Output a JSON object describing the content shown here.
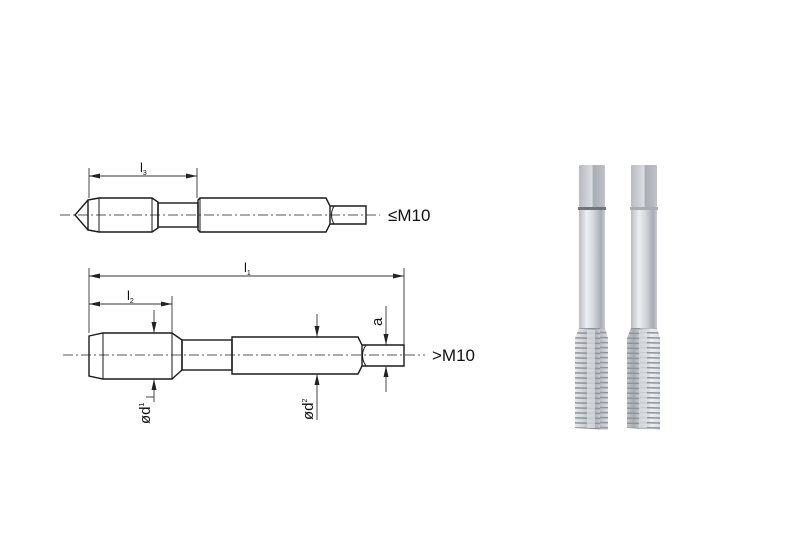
{
  "diagram": {
    "title": "Hand tap set technical drawing",
    "upper_tap": {
      "dimension_label": "l",
      "dimension_sub": "3",
      "condition_label": "≤M10"
    },
    "lower_tap": {
      "overall_length_label": "l",
      "overall_length_sub": "1",
      "thread_length_label": "l",
      "thread_length_sub": "2",
      "thread_diameter_label": "ød",
      "thread_diameter_sub": "1",
      "shank_diameter_label": "ød",
      "shank_diameter_sub": "2",
      "square_label": "a",
      "condition_label": ">M10"
    },
    "photo": {
      "description": "Two hand taps (photo)",
      "count": 2
    },
    "colors": {
      "line": "#1a1a1a",
      "centerline": "#555555",
      "steel_light": "#e4e6ea",
      "steel_mid": "#c4c7cd",
      "steel_dark": "#9ea2a9"
    }
  }
}
